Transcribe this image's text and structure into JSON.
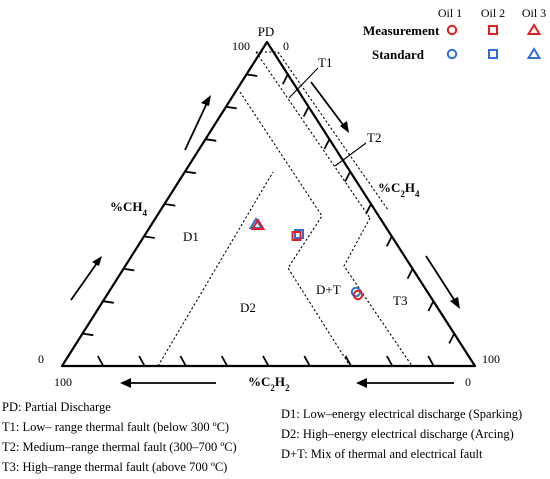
{
  "triangle": {
    "apex_label": "PD",
    "corner_labels": {
      "top_left": "100",
      "top_right": "0",
      "bottom_left_left": "0",
      "bottom_left_below": "100",
      "bottom_right_right": "100",
      "bottom_right_below": "0"
    }
  },
  "axes": {
    "left": {
      "label": "%CH",
      "sub": "4"
    },
    "right": {
      "label": "%C",
      "sub1": "2",
      "mid": "H",
      "sub2": "4"
    },
    "bottom": {
      "label": "%C",
      "sub1": "2",
      "mid": "H",
      "sub2": "2"
    }
  },
  "regions": {
    "t1": "T1",
    "t2": "T2",
    "d1": "D1",
    "d2": "D2",
    "dt": "D+T",
    "t3": "T3"
  },
  "legend": {
    "columns": [
      "Oil 1",
      "Oil 2",
      "Oil 3"
    ],
    "rows": [
      {
        "label": "Measurement",
        "color": "#e02020",
        "shapes": [
          "circle",
          "square",
          "triangle"
        ]
      },
      {
        "label": "Standard",
        "color": "#2f6fd0",
        "shapes": [
          "circle",
          "square",
          "triangle"
        ]
      }
    ]
  },
  "points": [
    {
      "series": "Standard",
      "oil": "Oil 3",
      "shape": "triangle",
      "color": "#2f6fd0"
    },
    {
      "series": "Measurement",
      "oil": "Oil 3",
      "shape": "triangle",
      "color": "#e02020"
    },
    {
      "series": "Standard",
      "oil": "Oil 2",
      "shape": "square",
      "color": "#2f6fd0"
    },
    {
      "series": "Measurement",
      "oil": "Oil 2",
      "shape": "square",
      "color": "#e02020"
    },
    {
      "series": "Standard",
      "oil": "Oil 1",
      "shape": "circle",
      "color": "#2f6fd0"
    },
    {
      "series": "Measurement",
      "oil": "Oil 1",
      "shape": "circle",
      "color": "#e02020"
    }
  ],
  "notes": {
    "left": [
      "PD: Partial Discharge",
      "T1: Low– range thermal fault (below 300 ºC)",
      "T2: Medium–range thermal fault (300–700 ºC)",
      "T3: High–range thermal fault (above 700 ºC)"
    ],
    "right": [
      "D1: Low–energy electrical discharge (Sparking)",
      "D2: High–energy electrical discharge (Arcing)",
      "D+T: Mix of thermal and electrical fault"
    ]
  }
}
